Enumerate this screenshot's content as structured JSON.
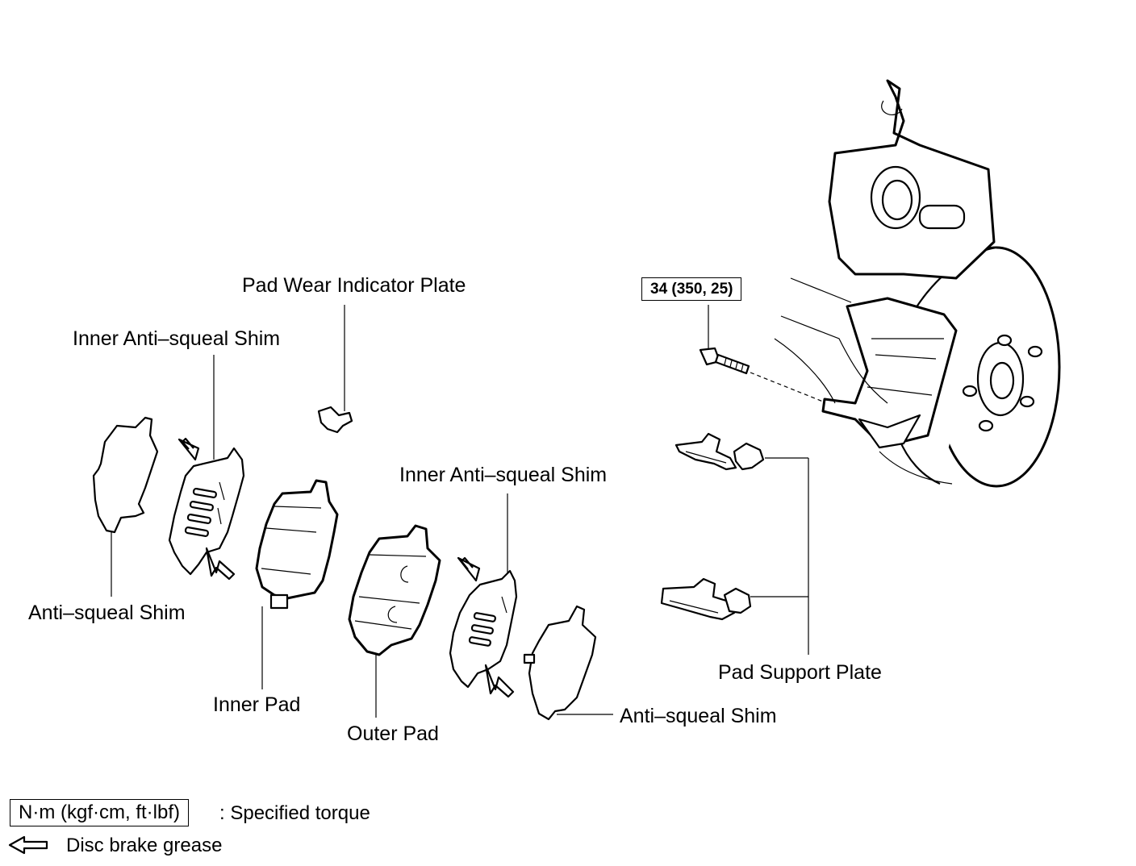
{
  "labels": {
    "pad_wear_indicator_plate": "Pad Wear Indicator Plate",
    "inner_anti_squeal_shim_left": "Inner Anti–squeal Shim",
    "inner_anti_squeal_shim_right": "Inner Anti–squeal Shim",
    "anti_squeal_shim_left": "Anti–squeal Shim",
    "anti_squeal_shim_right": "Anti–squeal Shim",
    "inner_pad": "Inner Pad",
    "outer_pad": "Outer Pad",
    "pad_support_plate": "Pad Support Plate"
  },
  "torque": {
    "bolt_spec": "34 (350, 25)"
  },
  "legend": {
    "torque_units": "N·m (kgf·cm, ft·lbf)",
    "torque_desc": ": Specified torque",
    "grease_icon": "hollow-arrow-icon",
    "grease_desc": "Disc brake grease"
  }
}
